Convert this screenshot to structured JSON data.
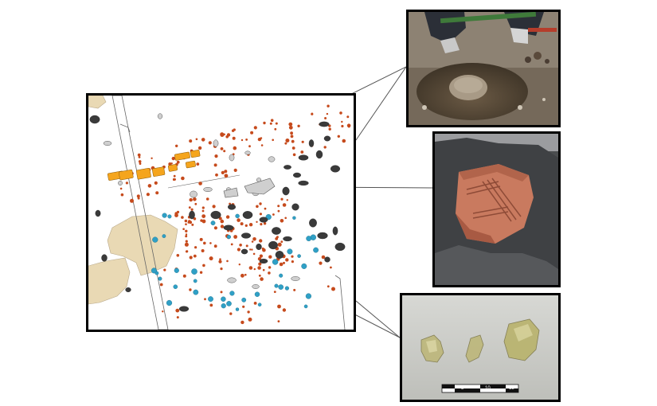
{
  "colors": {
    "frame": "#000000",
    "background": "#ffffff",
    "tan_features": "#e9d9b4",
    "dark_stones": "#3a3a3a",
    "light_stones": "#cfcfcf",
    "red_dots": "#c64a1c",
    "blue_dots": "#2fa0c6",
    "orange_blocks": "#f5a51d",
    "connector_line": "#555555"
  },
  "scale_bar": {
    "marks": [
      "5",
      "10",
      "15"
    ]
  },
  "icons": {
    "map": "archaeological-site-map",
    "excavation": "excavation-photo",
    "pottery": "pottery-sherd-photo",
    "glass": "glass-fragments-photo"
  }
}
